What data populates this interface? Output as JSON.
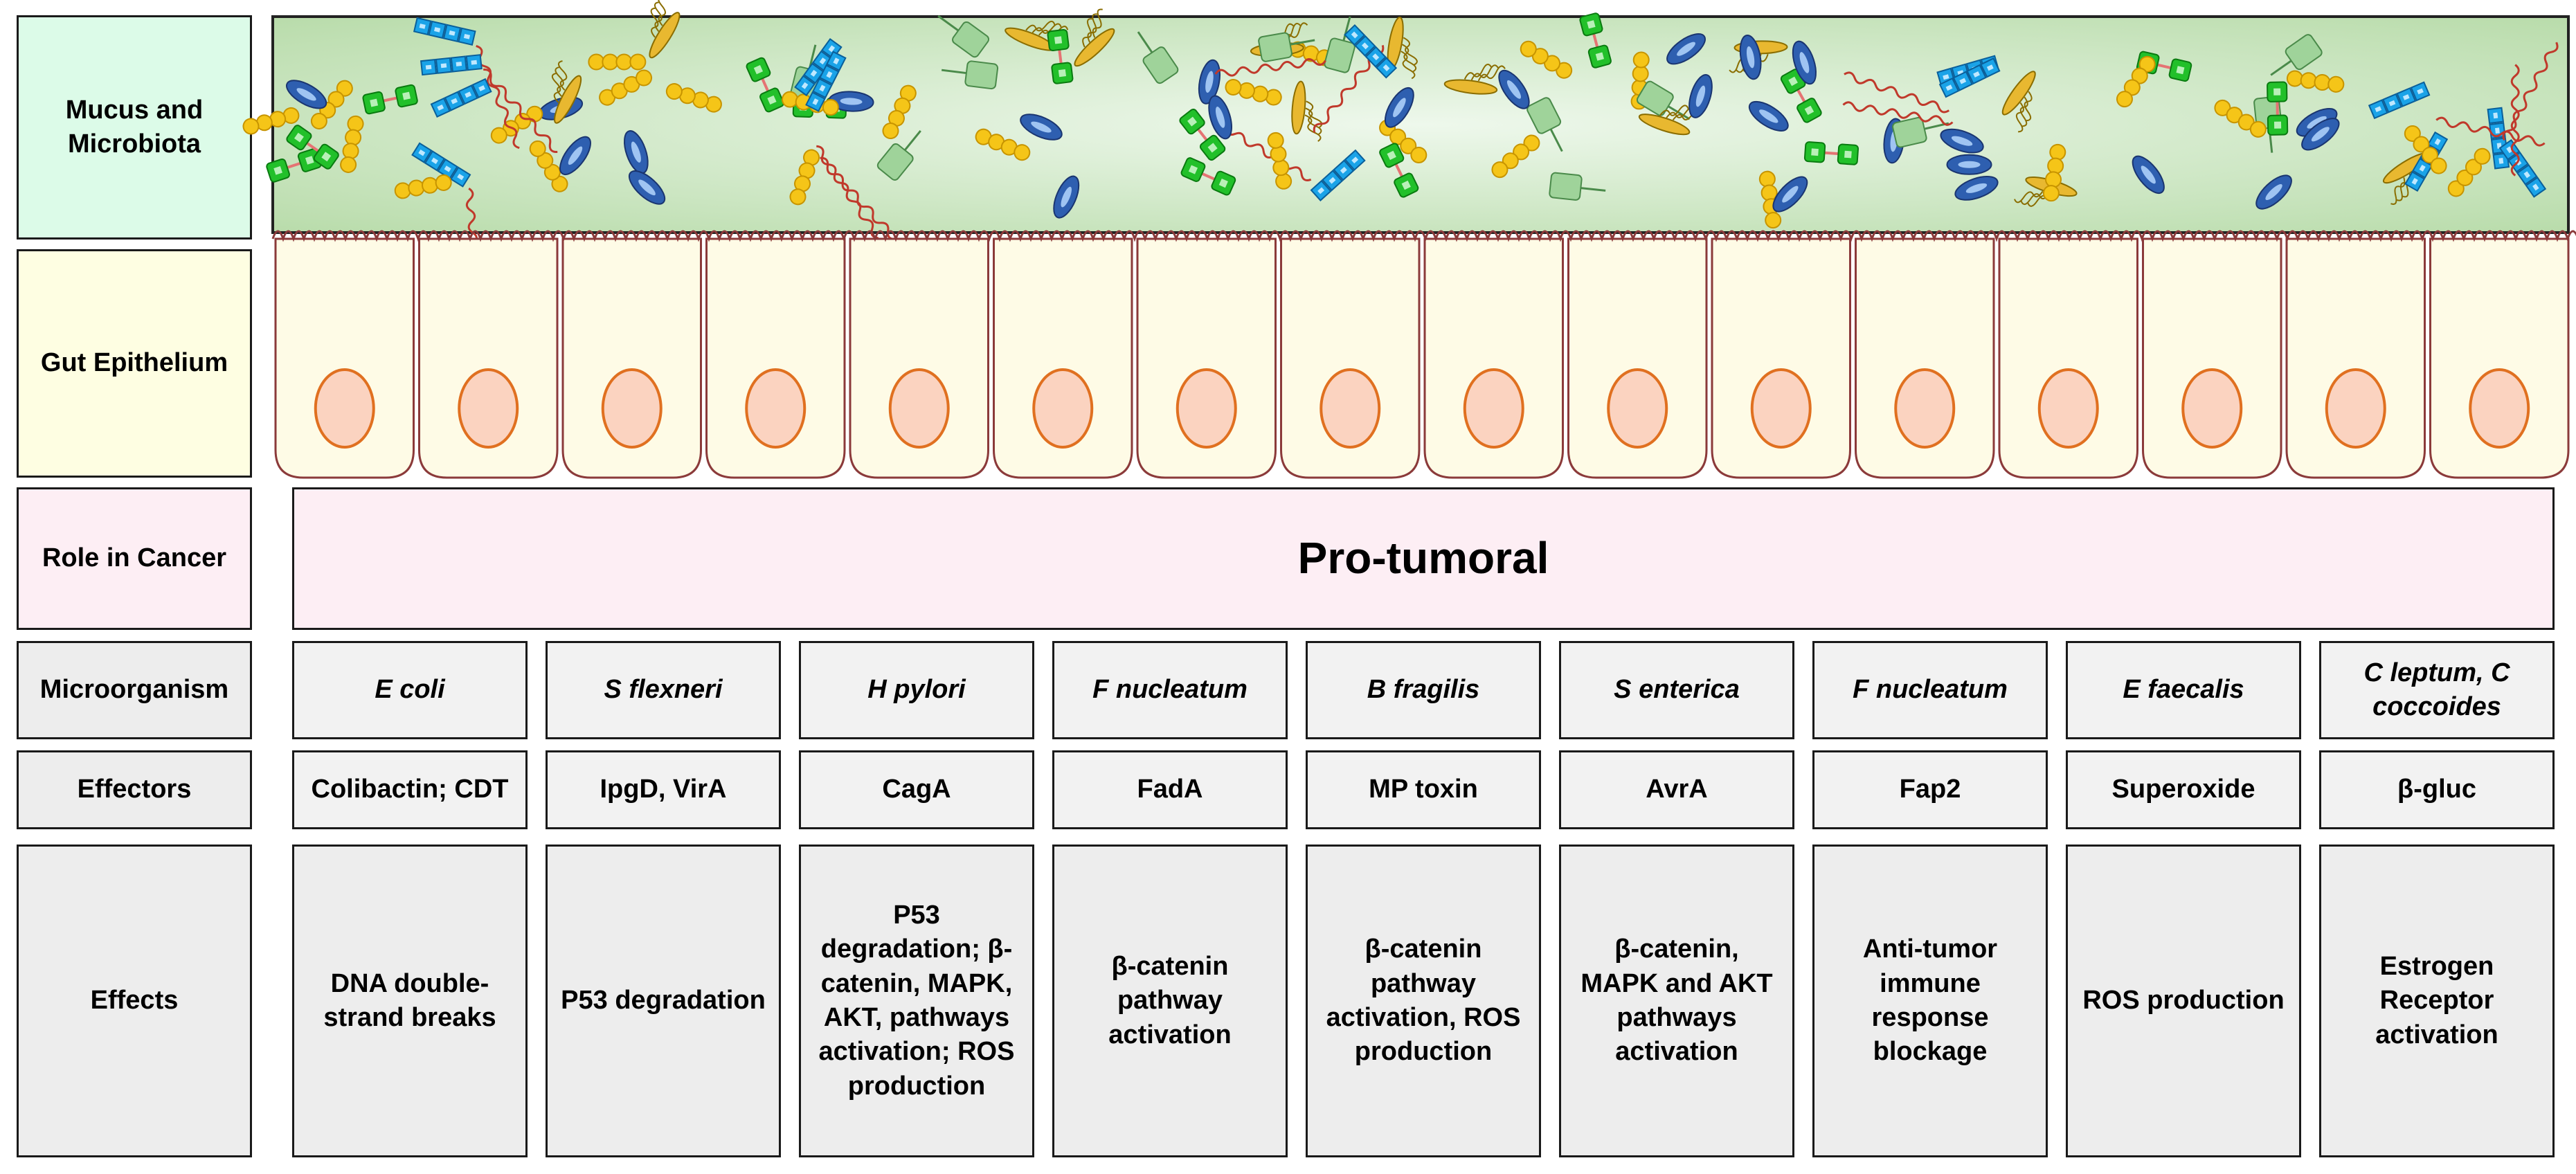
{
  "row_labels": {
    "mucus": "Mucus and Microbiota",
    "epithelium": "Gut Epithelium",
    "role": "Role in Cancer",
    "microorganism": "Microorganism",
    "effectors": "Effectors",
    "effects": "Effects"
  },
  "role_value": "Pro-tumoral",
  "columns": [
    {
      "organism": "E coli",
      "effector": "Colibactin; CDT",
      "effect": "DNA double-strand breaks"
    },
    {
      "organism": "S flexneri",
      "effector": "IpgD, VirA",
      "effect": "P53 degradation"
    },
    {
      "organism": "H pylori",
      "effector": "CagA",
      "effect": "P53 degradation; β-catenin, MAPK, AKT, pathways activation; ROS production"
    },
    {
      "organism": "F nucleatum",
      "effector": "FadA",
      "effect": "β-catenin pathway activation"
    },
    {
      "organism": "B fragilis",
      "effector": "MP toxin",
      "effect": "β-catenin pathway activation, ROS production"
    },
    {
      "organism": "S enterica",
      "effector": "AvrA",
      "effect": "β-catenin, MAPK and AKT pathways activation"
    },
    {
      "organism": "F nucleatum",
      "effector": "Fap2",
      "effect": "Anti-tumor immune response blockage"
    },
    {
      "organism": "E faecalis",
      "effector": "Superoxide",
      "effect": "ROS production"
    },
    {
      "organism": "C leptum, C coccoides",
      "effector": "β-gluc",
      "effect": "Estrogen Receptor activation"
    }
  ],
  "colors": {
    "mucus_label_bg": "#dcfbe8",
    "epithelium_label_bg": "#fefee2",
    "role_label_bg": "#fdeef4",
    "mucus_fill": "#c8e6bc",
    "cell_fill": "#fefbe6",
    "nucleus_fill": "#fbd3c0",
    "nucleus_stroke": "#e07020",
    "membrane": "#8b3a3a"
  },
  "microbe_types": [
    "yellow-coccus-chain",
    "green-square-diplococcus",
    "blue-square-chain",
    "blue-oval-bacillus",
    "gold-flagellated-rod",
    "red-spirochete",
    "pale-green-rod"
  ]
}
